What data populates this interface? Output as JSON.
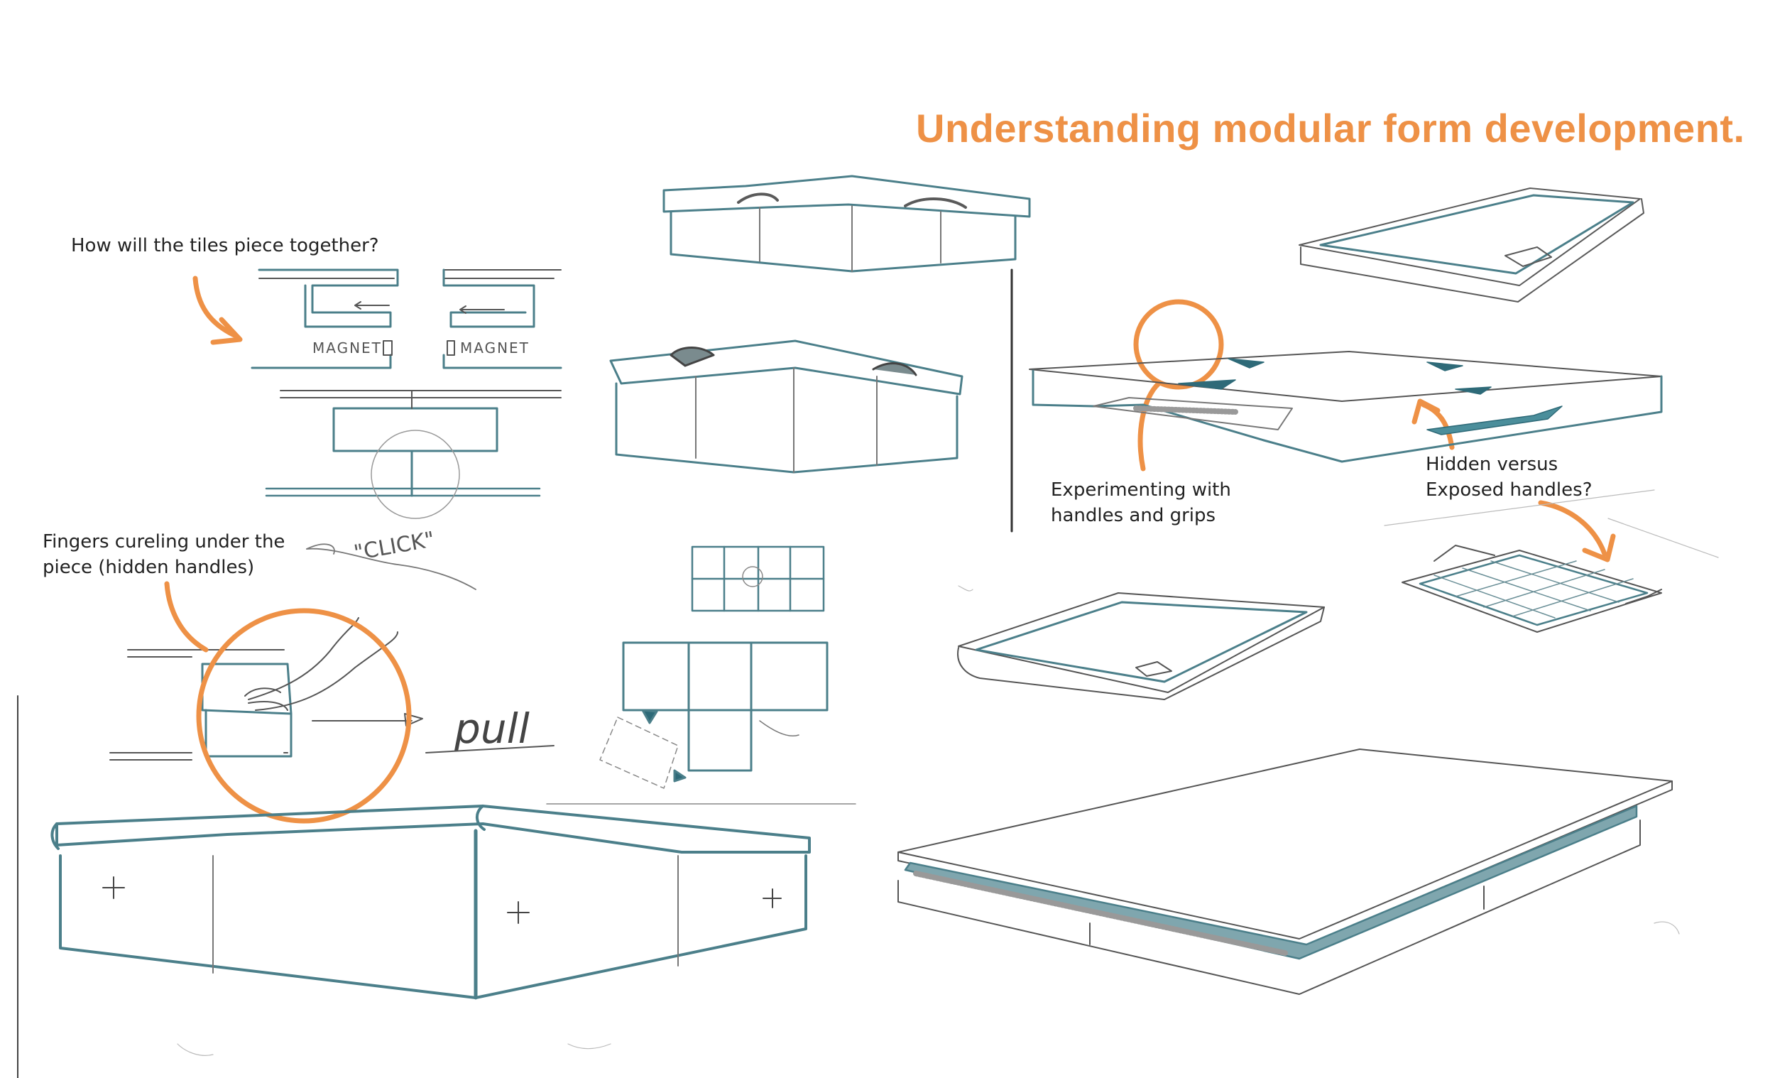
{
  "title": "Understanding modular form development.",
  "annotations": {
    "tiles_question": "How will the tiles piece together?",
    "fingers_line1": "Fingers cureling under the",
    "fingers_line2": "piece (hidden handles)",
    "experimenting_line1": "Experimenting with",
    "experimenting_line2": "handles and grips",
    "hidden_line1": "Hidden versus",
    "hidden_line2": "Exposed handles?"
  },
  "sketch_labels": {
    "magnet_left": "MAGNET",
    "magnet_right": "MAGNET",
    "click": "\"CLICK\"",
    "pull": "pull"
  },
  "colors": {
    "accent_orange": "#ee9146",
    "teal": "#4b7f8a",
    "pencil": "#5a5a5a"
  }
}
